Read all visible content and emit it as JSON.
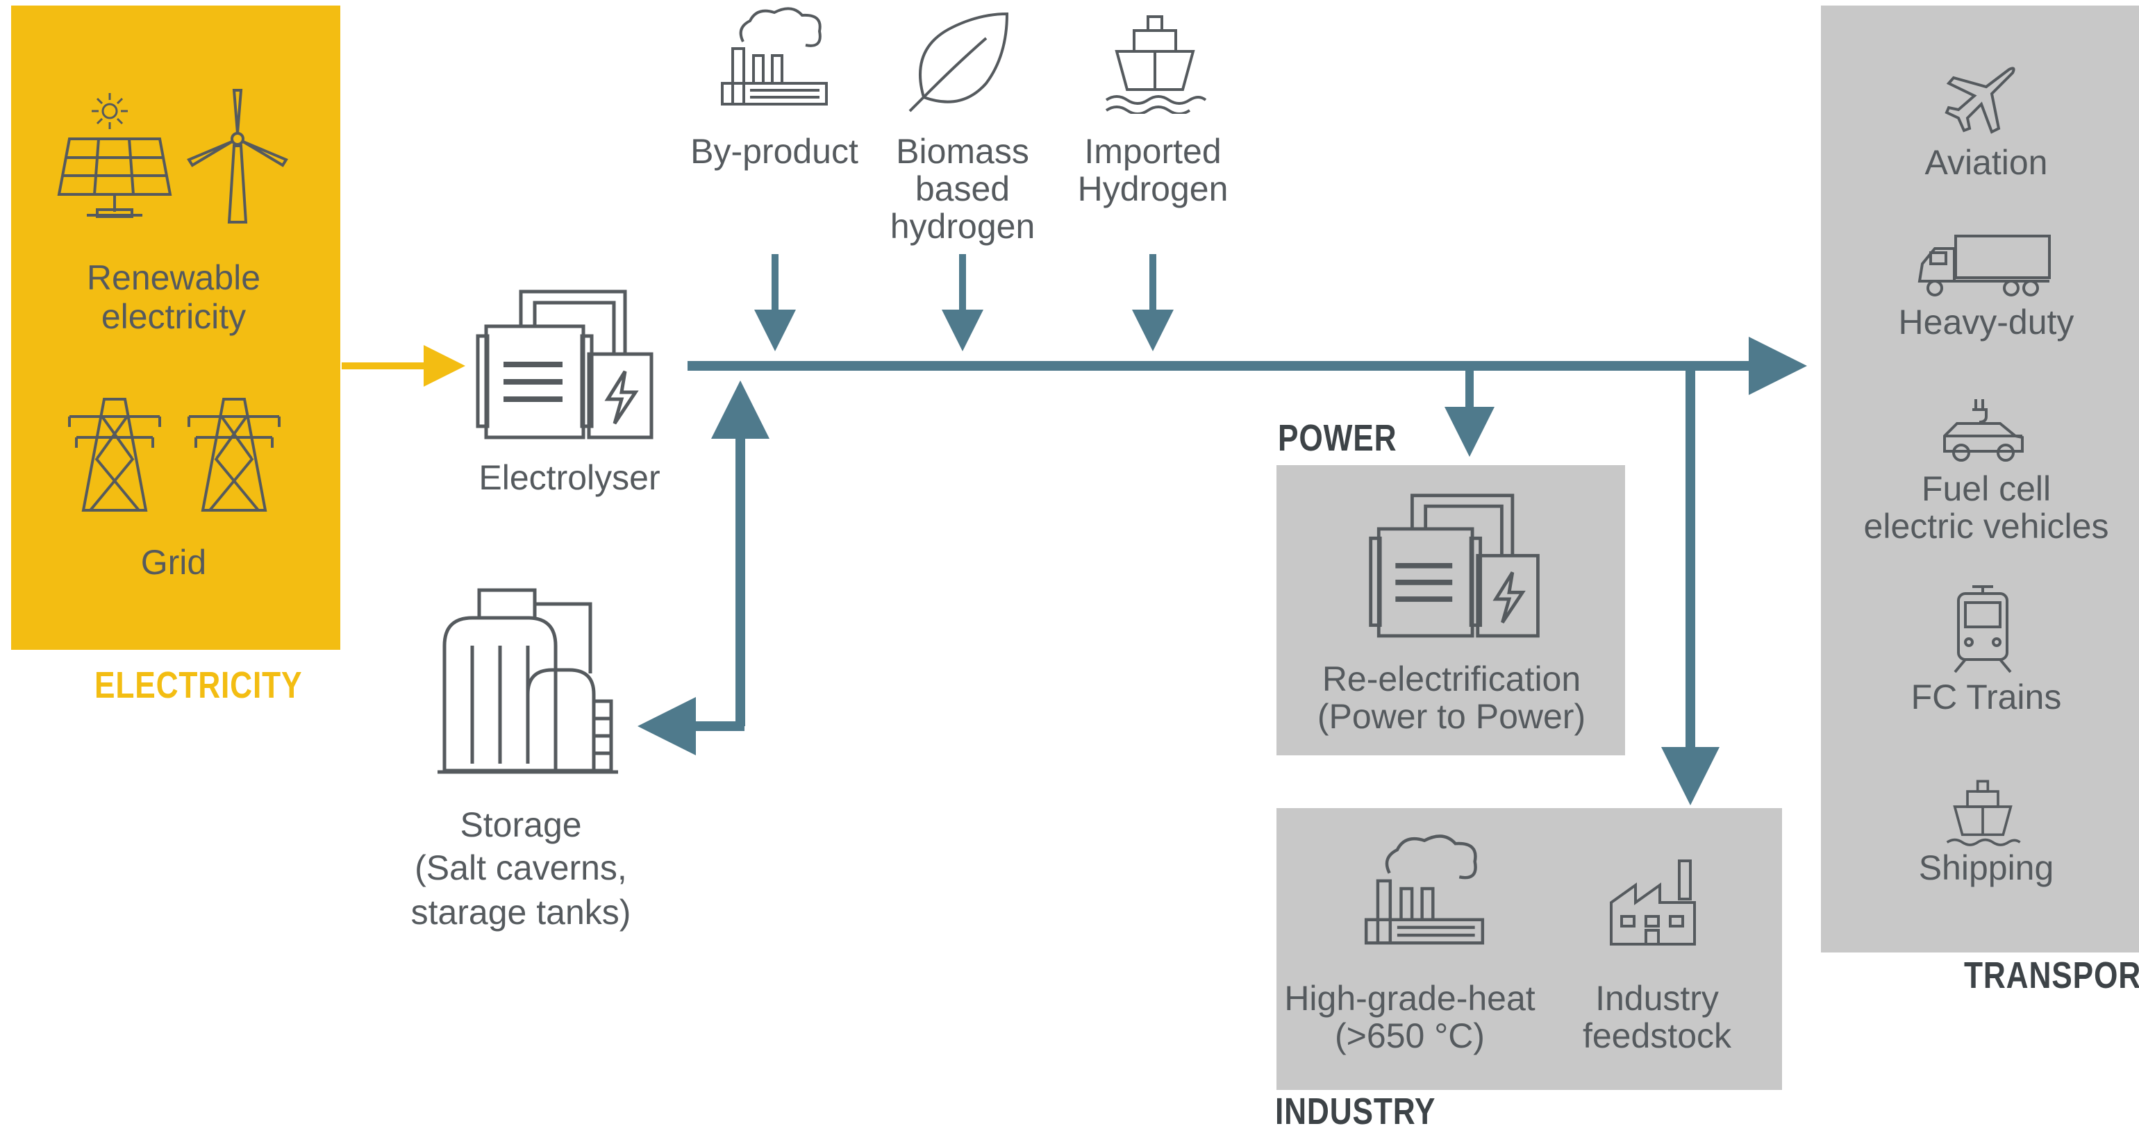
{
  "colors": {
    "flow": "#4f7a8c",
    "electricity_box": "#f3bd12",
    "electricity_label": "#f3bd12",
    "panel": "#c8c8c8",
    "text": "#555a5e",
    "icon": "#555a5e"
  },
  "electricity": {
    "title": "ELECTRICITY",
    "renewable_label": "Renewable electricity",
    "grid_label": "Grid",
    "icons": [
      "solar-panel-icon",
      "sun-icon",
      "wind-turbine-icon",
      "transmission-tower-icon"
    ]
  },
  "electrolyser": {
    "label": "Electrolyser",
    "icon": "electrolyser-icon"
  },
  "storage": {
    "label_line1": "Storage",
    "label_line2": "(Salt caverns,",
    "label_line3": "starage tanks)",
    "icon": "storage-tanks-icon"
  },
  "sources": [
    {
      "label": "By-product",
      "icon": "factory-smoke-icon"
    },
    {
      "label_line1": "Biomass",
      "label_line2": "based",
      "label_line3": "hydrogen",
      "icon": "leaf-icon"
    },
    {
      "label_line1": "Imported",
      "label_line2": "Hydrogen",
      "icon": "ship-icon"
    }
  ],
  "power": {
    "title": "POWER",
    "label_line1": "Re-electrification",
    "label_line2": "(Power to Power)",
    "icon": "electrolyser-icon"
  },
  "industry": {
    "title": "INDUSTRY",
    "heat_line1": "High-grade-heat",
    "heat_line2": "(>650 °C)",
    "feedstock_line1": "Industry",
    "feedstock_line2": "feedstock",
    "icons": [
      "factory-smoke-icon",
      "industrial-building-icon"
    ]
  },
  "transport": {
    "title": "TRANSPORT",
    "items": [
      {
        "label": "Aviation",
        "icon": "airplane-icon"
      },
      {
        "label": "Heavy-duty",
        "icon": "truck-icon"
      },
      {
        "label_line1": "Fuel cell",
        "label_line2": "electric vehicles",
        "icon": "electric-car-icon"
      },
      {
        "label": "FC Trains",
        "icon": "train-icon"
      },
      {
        "label": "Shipping",
        "icon": "ship-icon"
      }
    ]
  }
}
